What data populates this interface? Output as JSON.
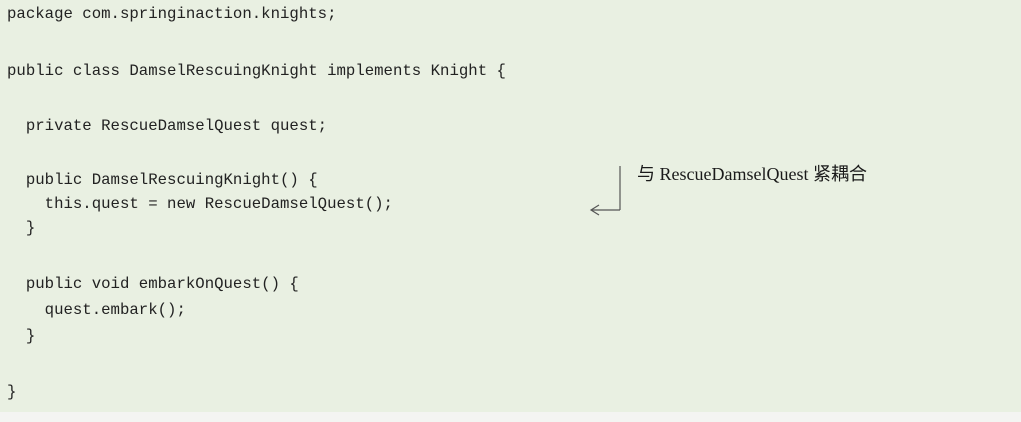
{
  "code": {
    "lines": [
      "package com.springinaction.knights;",
      "public class DamselRescuingKnight implements Knight {",
      "  private RescueDamselQuest quest;",
      "  public DamselRescuingKnight() {",
      "    this.quest = new RescueDamselQuest();",
      "  }",
      "  public void embarkOnQuest() {",
      "    quest.embark();",
      "  }",
      "}"
    ]
  },
  "annotation": {
    "text": "与 RescueDamselQuest 紧耦合"
  },
  "colors": {
    "panel_background": "#e9f0e2",
    "code_text": "#222222",
    "annotation_line": "#555555"
  }
}
